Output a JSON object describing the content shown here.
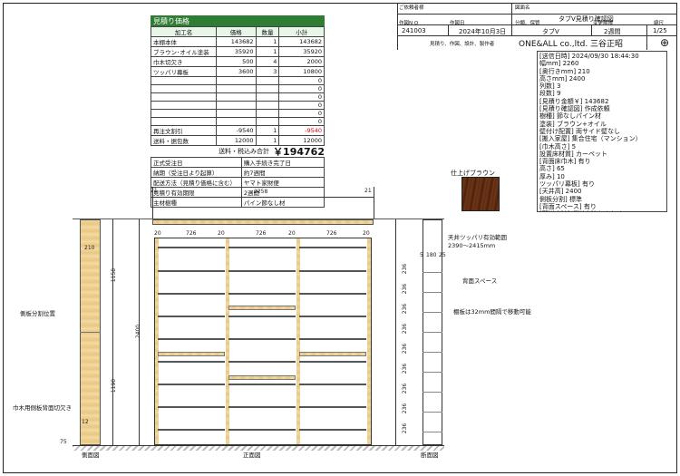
{
  "estimate": {
    "title": "見積り価格",
    "headers": [
      "加工名",
      "価格",
      "数量",
      "小計"
    ],
    "rows": [
      [
        "本棚本体",
        "143682",
        "1",
        "143682"
      ],
      [
        "ブラウン･オイル塗装",
        "35920",
        "1",
        "35920"
      ],
      [
        "巾木切欠き",
        "500",
        "4",
        "2000"
      ],
      [
        "ツッパリ幕板",
        "3600",
        "3",
        "10800"
      ],
      [
        "",
        "",
        "",
        "0"
      ],
      [
        "",
        "",
        "",
        "0"
      ],
      [
        "",
        "",
        "",
        "0"
      ],
      [
        "",
        "",
        "",
        "0"
      ],
      [
        "",
        "",
        "",
        "0"
      ],
      [
        "",
        "",
        "",
        "0"
      ]
    ],
    "discount": [
      "再注文割引",
      "-9540",
      "1",
      "-9540"
    ],
    "shipping": [
      "送料・据包数",
      "12000",
      "1",
      "12000"
    ],
    "total_label": "送料・税込み合計",
    "total_value": "￥194762"
  },
  "spec": [
    [
      "正式受注日",
      "購入手続き完了日"
    ],
    [
      "納期（受注日より起算）",
      "約7週間"
    ],
    [
      "配送方法（見積り価格に含む）",
      "ヤマト家財便"
    ],
    [
      "見積り有効期限",
      "2週間"
    ],
    [
      "主材樹種",
      "パイン節なし材"
    ]
  ],
  "title_block": {
    "customer_label": "ご依頼者様",
    "drawing_label": "図面名",
    "drawing_name": "タブV見積り確認図",
    "order_no_label": "作図N O",
    "order_no": "241003",
    "date_label": "作図日",
    "date": "2024年10月3日",
    "type_label": "分類、保管",
    "type": "タブV",
    "period_label": "変更期限",
    "period": "2週間",
    "scale_label": "縮尺",
    "scale": "1/25",
    "maker_label": "見積り、作図、設計、製作者",
    "maker": "ONE&ALL co.,ltd. 三谷正昭"
  },
  "info_lines": [
    "[送信日時] 2024/09/30 18:44:30",
    "幅mm] 2260",
    "[奥行きmm] 210",
    "高さmm] 2400",
    "列数] 3",
    "段数] 9",
    "[見積り金額￥] 143682",
    "[見積り確認図] 作成依頼",
    "樹種] 節なしパイン材",
    "塗装] ブラウン+オイル",
    "壁付け配置] 両サイド壁なし",
    "[搬入家屋] 集合住宅（マンション）",
    "[巾木高さ] 5",
    "設置床材質] カーペット",
    "[背面床巾木] 有り",
    "高さ] 65",
    "厚み] 10",
    "ツッパリ幕板] 有り",
    "[天井高] 2400",
    "側板分割] 標準",
    "[背面スペース] 有り",
    "[配送方法] 運送方法おまかせ"
  ],
  "swatch_label": "仕上げブラウン",
  "drawing": {
    "dims": {
      "left_offset": "21",
      "total_width": "2258",
      "right_offset": "21",
      "gap20": "20",
      "col_width": "726",
      "side_depth": "210",
      "upper_height": "1158",
      "lower_height": "1190",
      "total_height": "2400",
      "kick": "12",
      "base": "75",
      "section_top": "5",
      "section_depth": "180",
      "section_back": "25",
      "pitch": [
        "236",
        "236",
        "236",
        "236",
        "236",
        "236",
        "236",
        "236",
        "236"
      ]
    },
    "labels": {
      "tension_range": "天井ツッパリ有効範囲",
      "tension_range_val": "2390～2415mm",
      "back_space": "背面スペース",
      "shelf_note": "棚板は32mm間隔で移動可能",
      "side_split": "側板分割位置",
      "skirting_cut": "巾木用側板背面切欠き",
      "side_view": "側面図",
      "front_view": "正面図",
      "section_view": "断面図"
    }
  }
}
